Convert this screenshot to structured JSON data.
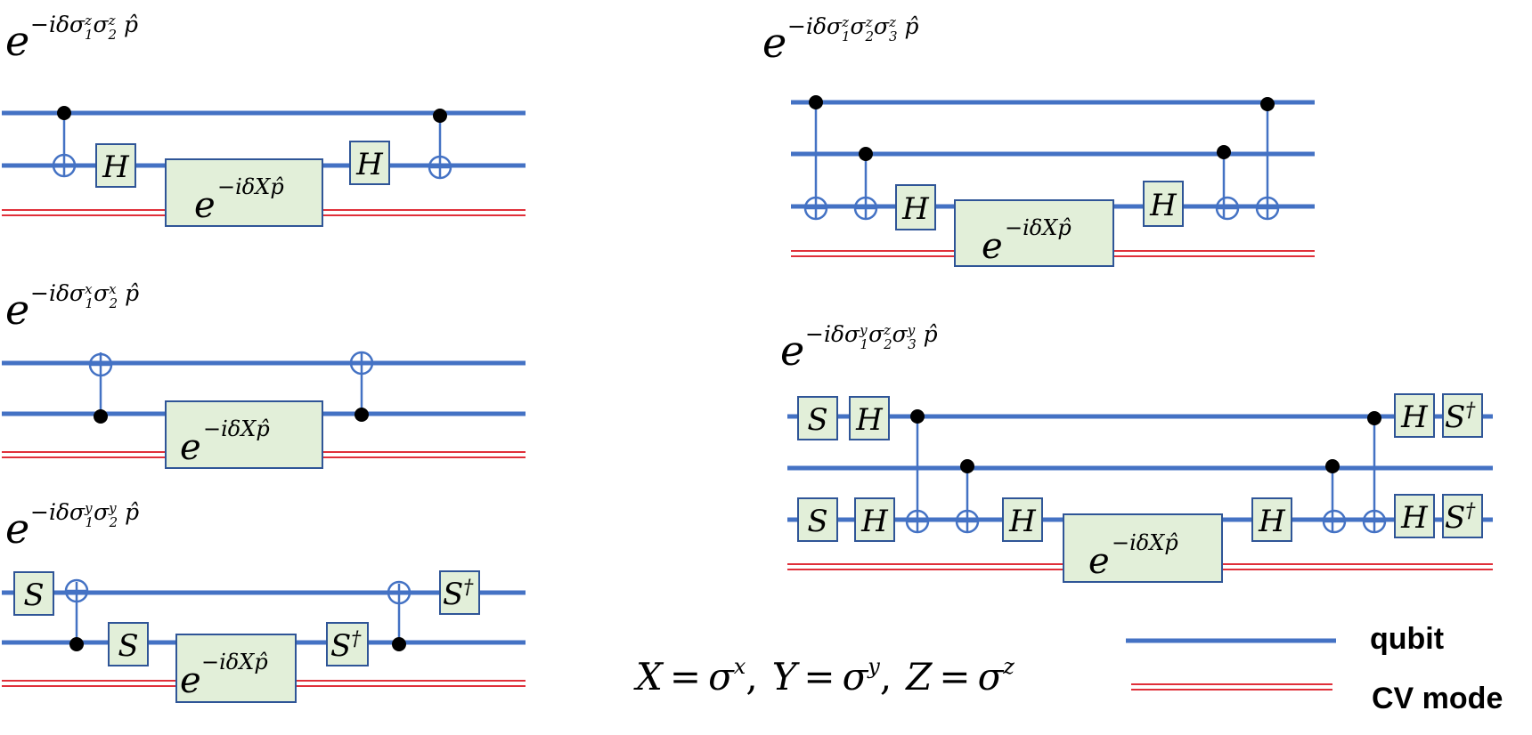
{
  "labels": {
    "c1": {
      "base": "e",
      "exp": "−iδσ",
      "s1": "z",
      "i1": "1",
      "mid": "σ",
      "s2": "z",
      "i2": "2",
      "tail": " p̂"
    },
    "c2": {
      "base": "e",
      "exp": "−iδσ",
      "s1": "x",
      "i1": "1",
      "mid": "σ",
      "s2": "x",
      "i2": "2",
      "tail": " p̂"
    },
    "c3": {
      "base": "e",
      "exp": "−iδσ",
      "s1": "y",
      "i1": "1",
      "mid": "σ",
      "s2": "y",
      "i2": "2",
      "tail": " p̂"
    },
    "c4": {
      "base": "e",
      "exp": "−iδσ",
      "s1": "z",
      "i1": "1",
      "mid": "σ",
      "s2": "z",
      "i2": "2",
      "mid2": "σ",
      "s3": "z",
      "i3": "3",
      "tail": " p̂"
    },
    "c5": {
      "base": "e",
      "exp": "−iδσ",
      "s1": "y",
      "i1": "1",
      "mid": "σ",
      "s2": "z",
      "i2": "2",
      "mid2": "σ",
      "s3": "y",
      "i3": "3",
      "tail": " p̂"
    }
  },
  "gates": {
    "h": "H",
    "s": "S",
    "sdag": "S",
    "dagger": "†",
    "big_base": "e",
    "big_exp": "−iδXp̂"
  },
  "definition": "X = σ  ,  Y = σ  ,  Z = σ",
  "definition_parts": {
    "x": "X",
    "y": "Y",
    "z": "Z",
    "eq": "=",
    "sigma": "σ",
    "sx": "x",
    "sy": "y",
    "sz": "z",
    "comma": ","
  },
  "legend": {
    "qubit": "qubit",
    "cv": "CV mode"
  },
  "colors": {
    "qubit_wire": "#4472c4",
    "cv_wire": "#e0303a",
    "gate_fill": "#e2efd9",
    "gate_border": "#2f5597"
  }
}
